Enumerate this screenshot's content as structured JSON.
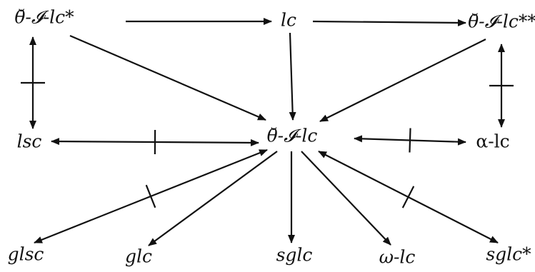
{
  "nodes": {
    "tilde_star": "θ̆-𝓘-lc*",
    "lc": "lc",
    "tilde_dstar": "θ̆-𝓘-lc**",
    "lsc": "lsc",
    "center": "θ̆-𝓘-lc",
    "alpha": "α-lc",
    "glsc": "glsc",
    "glc": "glc",
    "sglc": "sglc",
    "omega": "ω-lc",
    "sglc_star": "sglc*"
  },
  "edges": [
    {
      "from": "tilde_star",
      "to": "lc",
      "arrow_end": true,
      "arrow_start": false,
      "crossed": false
    },
    {
      "from": "lc",
      "to": "tilde_dstar",
      "arrow_end": true,
      "arrow_start": false,
      "crossed": false
    },
    {
      "from": "tilde_star",
      "to": "lsc",
      "arrow_end": true,
      "arrow_start": true,
      "crossed": true
    },
    {
      "from": "tilde_dstar",
      "to": "alpha",
      "arrow_end": true,
      "arrow_start": true,
      "crossed": true
    },
    {
      "from": "tilde_star",
      "to": "center",
      "arrow_end": true,
      "arrow_start": false,
      "crossed": false
    },
    {
      "from": "lc",
      "to": "center",
      "arrow_end": true,
      "arrow_start": false,
      "crossed": false
    },
    {
      "from": "tilde_dstar",
      "to": "center",
      "arrow_end": true,
      "arrow_start": false,
      "crossed": false
    },
    {
      "from": "center",
      "to": "lsc",
      "arrow_end": true,
      "arrow_start": true,
      "crossed": true
    },
    {
      "from": "alpha",
      "to": "center",
      "arrow_end": true,
      "arrow_start": true,
      "crossed": true
    },
    {
      "from": "glsc",
      "to": "center",
      "arrow_end": true,
      "arrow_start": true,
      "crossed": true
    },
    {
      "from": "center",
      "to": "glc",
      "arrow_end": true,
      "arrow_start": false,
      "crossed": false
    },
    {
      "from": "center",
      "to": "sglc",
      "arrow_end": true,
      "arrow_start": false,
      "crossed": false
    },
    {
      "from": "center",
      "to": "omega",
      "arrow_end": true,
      "arrow_start": false,
      "crossed": false
    },
    {
      "from": "sglc_star",
      "to": "center",
      "arrow_end": true,
      "arrow_start": true,
      "crossed": true
    }
  ]
}
